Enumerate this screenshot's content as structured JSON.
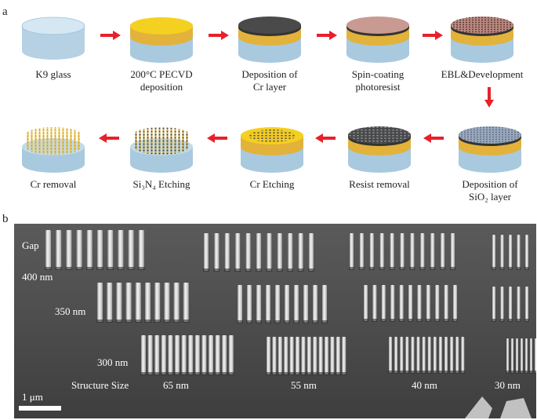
{
  "panel_a": {
    "letter": "a",
    "steps": [
      {
        "label": "K9 glass"
      },
      {
        "label": "200°C PECVD\ndeposition"
      },
      {
        "label": "Deposition of\nCr layer"
      },
      {
        "label": "Spin-coating\nphotoresist"
      },
      {
        "label": "EBL&Development"
      },
      {
        "label": "Deposition of\nSiO₂ layer"
      },
      {
        "label": "Resist removal"
      },
      {
        "label": "Cr Etching"
      },
      {
        "label": "Si₃N₄ Etching"
      },
      {
        "label": "Cr removal"
      }
    ],
    "colors": {
      "arrow": "#e8202a",
      "glass": "#b6d3e6",
      "nitride": "#e4b338",
      "chromium": "#4a4a4a",
      "resist": "#c99a92"
    }
  },
  "panel_b": {
    "letter": "b",
    "gap_label": "Gap",
    "gap_values": [
      "400 nm",
      "350 nm",
      "300 nm"
    ],
    "structure_size_label": "Structure Size",
    "structure_sizes": [
      "65 nm",
      "55 nm",
      "40 nm",
      "30 nm"
    ],
    "scale_bar_label": "1 μm"
  }
}
